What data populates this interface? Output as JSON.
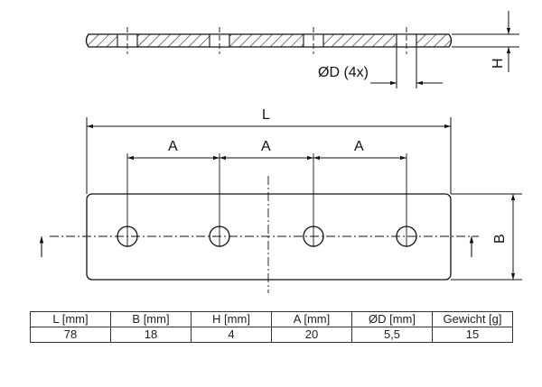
{
  "labels": {
    "height": "H",
    "diameter": "ØD (4x)",
    "length": "L",
    "pitch": "A",
    "width": "B"
  },
  "table": {
    "headers": [
      "L [mm]",
      "B [mm]",
      "H [mm]",
      "A [mm]",
      "ØD [mm]",
      "Gewicht [g]"
    ],
    "values": [
      "78",
      "18",
      "4",
      "20",
      "5,5",
      "15"
    ]
  }
}
